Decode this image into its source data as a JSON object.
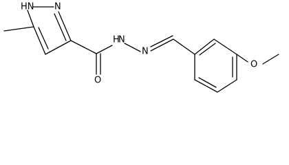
{
  "atoms": {
    "nh_pyrazole": "HN",
    "n_pyrazole": "N",
    "nh_hydrazone": "H",
    "nh_hydrazone_n": "N",
    "n_imine": "N",
    "o_carbonyl": "O",
    "o_methoxy": "O"
  },
  "colors": {
    "bond": "#000000",
    "background": "#ffffff"
  }
}
